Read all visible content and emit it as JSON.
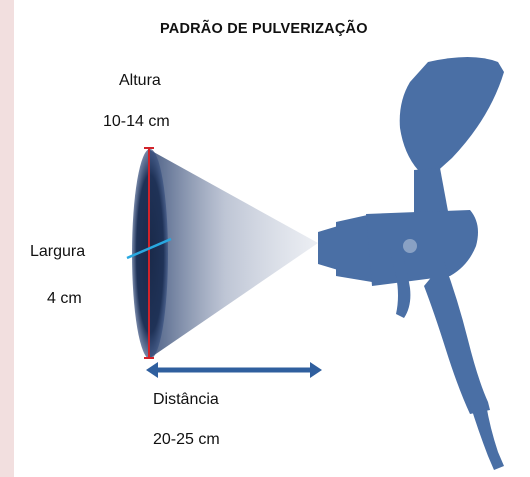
{
  "title": "PADRÃO DE PULVERIZAÇÃO",
  "height": {
    "label": "Altura",
    "value": "10-14 cm"
  },
  "width": {
    "label": "Largura",
    "value": "4 cm"
  },
  "distance": {
    "label": "Distância",
    "value": "20-25 cm"
  },
  "colors": {
    "background": "#f2dfdf",
    "gun": "#4a6fa5",
    "spray_dark": "#1f3257",
    "height_line": "#d2232a",
    "width_line": "#29a8e0",
    "distance_arrow": "#2f5f9e"
  },
  "icons": [
    "spray-gun-icon",
    "spray-pattern-ellipse",
    "spray-cone"
  ]
}
